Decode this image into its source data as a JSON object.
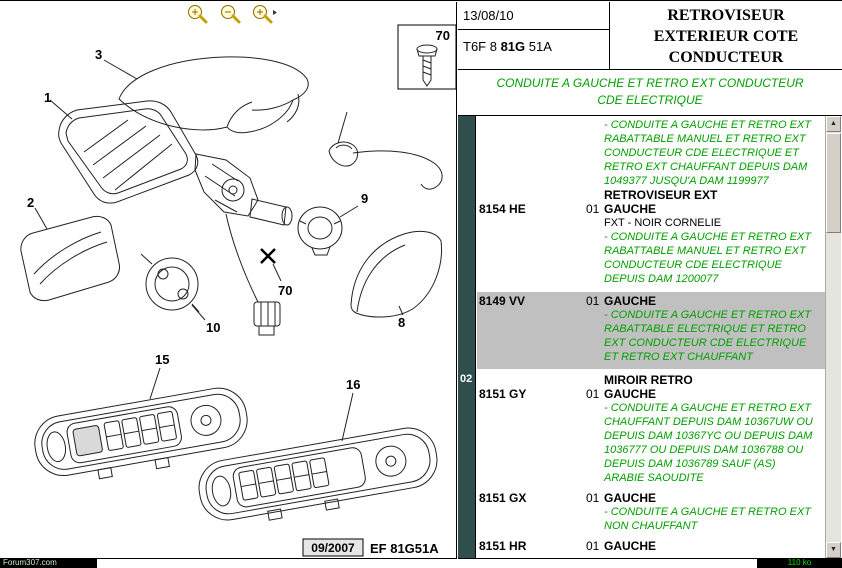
{
  "window": {
    "footer_left": "Forum307.com",
    "footer_right": "110 ko"
  },
  "colors": {
    "note_green": "#00a000",
    "section_column": "#2f4f4f",
    "highlight_row": "#c0c0c0"
  },
  "scrollbar": {
    "up_glyph": "▲",
    "down_glyph": "▼"
  },
  "header": {
    "date": "13/08/10",
    "doc_ref_prefix": "T6F 8 ",
    "doc_ref_bold": "81G",
    "doc_ref_suffix": " 51A",
    "title_line1": "RETROVISEUR",
    "title_line2": "EXTERIEUR COTE",
    "title_line3": "CONDUCTEUR"
  },
  "banner": {
    "text": "CONDUITE A GAUCHE ET RETRO EXT CONDUCTEUR CDE ELECTRIQUE"
  },
  "diagram": {
    "callouts": {
      "part1": "1",
      "part2": "2",
      "part3": "3",
      "part8": "8",
      "part9": "9",
      "part10": "10",
      "part15": "15",
      "part16": "16",
      "screw_mark": "70",
      "inset": "70"
    },
    "date_box": "09/2007",
    "figure_ref": "EF 81G51A"
  },
  "table": {
    "section1": {
      "pre_note": "- CONDUITE A GAUCHE ET RETRO EXT RABATTABLE MANUEL ET RETRO EXT CONDUCTEUR CDE ELECTRIQUE ET RETRO EXT CHAUFFANT DEPUIS DAM 1049377 JUSQU'A DAM 1199977",
      "group_title": "RETROVISEUR EXT",
      "ref": "8154 HE",
      "qty": "01",
      "name": "GAUCHE",
      "finish": "FXT - NOIR CORNELIE",
      "note": "- CONDUITE A GAUCHE ET RETRO EXT RABATTABLE MANUEL ET RETRO EXT CONDUCTEUR CDE ELECTRIQUE DEPUIS DAM 1200077"
    },
    "section2": {
      "ref": "8149 VV",
      "qty": "01",
      "name": "GAUCHE",
      "note": "- CONDUITE A GAUCHE ET RETRO EXT RABATTABLE ELECTRIQUE ET RETRO EXT CONDUCTEUR CDE ELECTRIQUE ET RETRO EXT CHAUFFANT"
    },
    "section3": {
      "index": "02",
      "group_title": "MIROIR RETRO",
      "ref": "8151 GY",
      "qty": "01",
      "name": "GAUCHE",
      "note": "- CONDUITE A GAUCHE ET RETRO EXT CHAUFFANT DEPUIS DAM 10367UW OU DEPUIS DAM 10367YC OU DEPUIS DAM 1036777 OU DEPUIS DAM 1036788 OU DEPUIS DAM 1036789 SAUF (AS) ARABIE SAOUDITE"
    },
    "section4": {
      "ref": "8151 GX",
      "qty": "01",
      "name": "GAUCHE",
      "note": "- CONDUITE A GAUCHE ET RETRO EXT NON CHAUFFANT"
    },
    "section5": {
      "ref": "8151 HR",
      "qty": "01",
      "name": "GAUCHE"
    }
  }
}
